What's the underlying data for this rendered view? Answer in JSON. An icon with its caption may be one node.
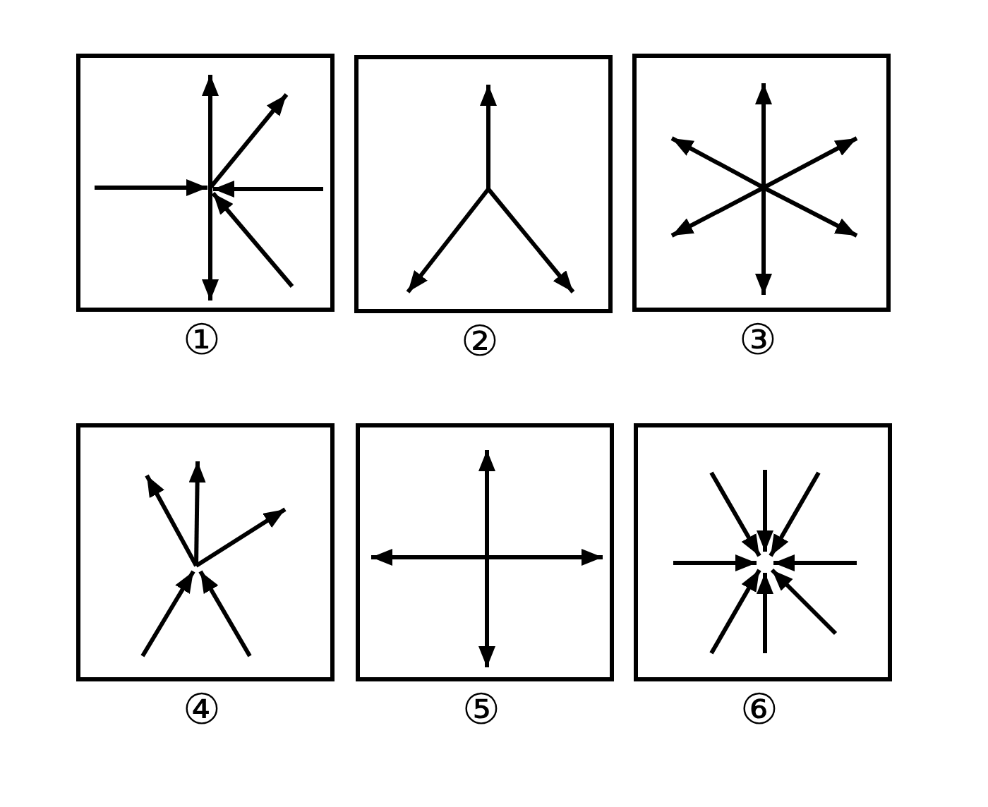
{
  "diagram": {
    "nodes": [
      {
        "text": [],
        "shape": "box",
        "beside": [
          "①"
        ]
      },
      {
        "text": [],
        "shape": "box",
        "beside": [
          "②"
        ]
      },
      {
        "text": [],
        "shape": "box",
        "beside": [
          "③"
        ]
      },
      {
        "text": [],
        "shape": "box",
        "beside": [
          "④"
        ]
      },
      {
        "text": [],
        "shape": "box",
        "beside": [
          "⑤"
        ]
      },
      {
        "text": [],
        "shape": "box",
        "beside": [
          "⑥"
        ]
      }
    ]
  }
}
